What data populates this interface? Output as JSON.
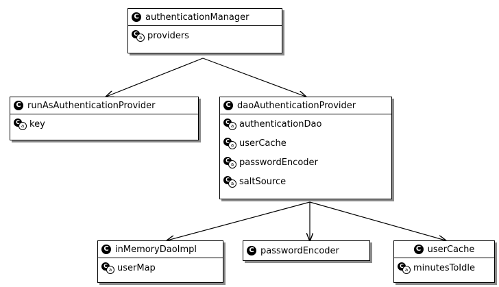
{
  "diagram": {
    "beans": {
      "authenticationManager": {
        "name": "authenticationManager",
        "attrs": [
          "providers"
        ]
      },
      "runAsAuthenticationProvider": {
        "name": "runAsAuthenticationProvider",
        "attrs": [
          "key"
        ]
      },
      "daoAuthenticationProvider": {
        "name": "daoAuthenticationProvider",
        "attrs": [
          "authenticationDao",
          "userCache",
          "passwordEncoder",
          "saltSource"
        ]
      },
      "inMemoryDaoImpl": {
        "name": "inMemoryDaoImpl",
        "attrs": [
          "userMap"
        ]
      },
      "passwordEncoder": {
        "name": "passwordEncoder",
        "attrs": []
      },
      "userCache": {
        "name": "userCache",
        "attrs": [
          "minutesToIdle"
        ]
      }
    },
    "icons": {
      "class": "class-icon",
      "attribute": "attribute-icon"
    }
  }
}
